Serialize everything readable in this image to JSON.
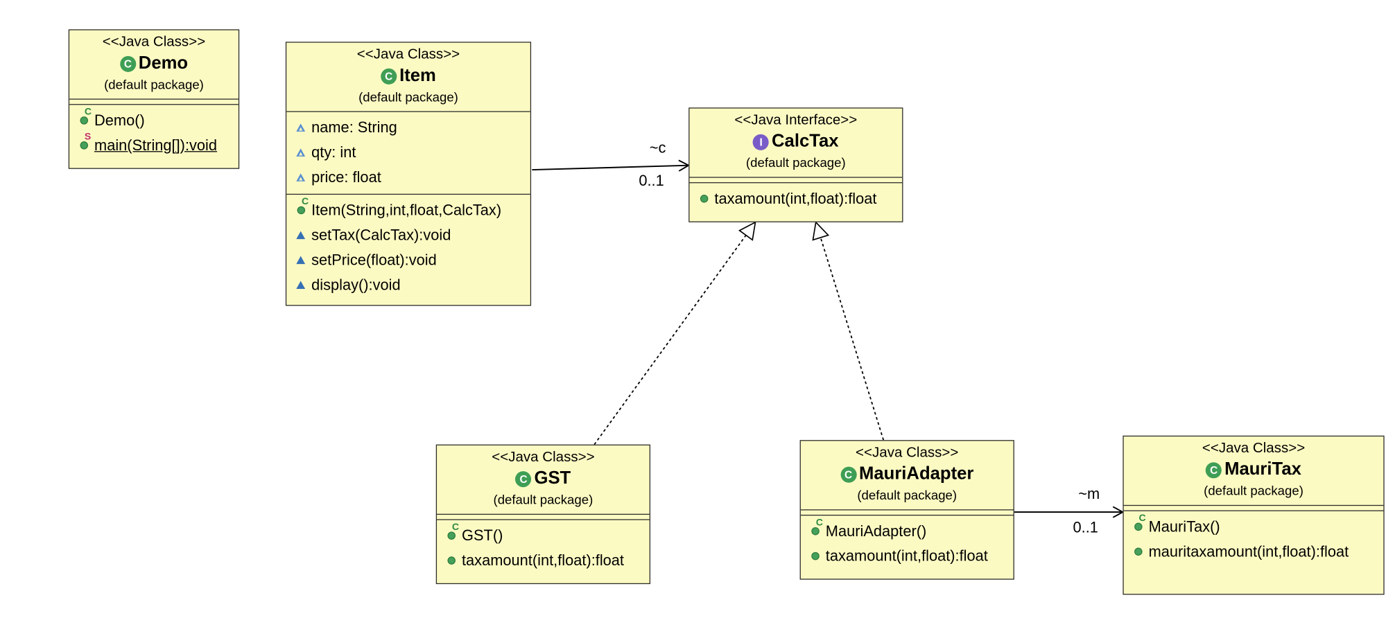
{
  "classes": {
    "demo": {
      "stereotype": "<<Java Class>>",
      "name": "Demo",
      "package": "(default package)",
      "methods": [
        "Demo()",
        "main(String[]):void"
      ]
    },
    "item": {
      "stereotype": "<<Java Class>>",
      "name": "Item",
      "package": "(default package)",
      "fields": [
        "name: String",
        "qty: int",
        "price: float"
      ],
      "methods": [
        "Item(String,int,float,CalcTax)",
        "setTax(CalcTax):void",
        "setPrice(float):void",
        "display():void"
      ]
    },
    "calctax": {
      "stereotype": "<<Java Interface>>",
      "name": "CalcTax",
      "package": "(default package)",
      "methods": [
        "taxamount(int,float):float"
      ]
    },
    "gst": {
      "stereotype": "<<Java Class>>",
      "name": "GST",
      "package": "(default package)",
      "methods": [
        "GST()",
        "taxamount(int,float):float"
      ]
    },
    "mauriadapter": {
      "stereotype": "<<Java Class>>",
      "name": "MauriAdapter",
      "package": "(default package)",
      "methods": [
        "MauriAdapter()",
        "taxamount(int,float):float"
      ]
    },
    "mauritax": {
      "stereotype": "<<Java Class>>",
      "name": "MauriTax",
      "package": "(default package)",
      "methods": [
        "MauriTax()",
        "mauritaxamount(int,float):float"
      ]
    }
  },
  "associations": {
    "item_calctax": {
      "role": "~c",
      "multiplicity": "0..1"
    },
    "mauriadapter_mauritax": {
      "role": "~m",
      "multiplicity": "0..1"
    }
  },
  "icons": {
    "class_icon": "C",
    "interface_icon": "I",
    "constructor_marker": "C",
    "static_marker": "S"
  },
  "colors": {
    "box_fill": "#fcfac3",
    "class_icon": "#3f9e55",
    "interface_icon": "#7a5cc8",
    "package_visibility": "#3570b5"
  }
}
